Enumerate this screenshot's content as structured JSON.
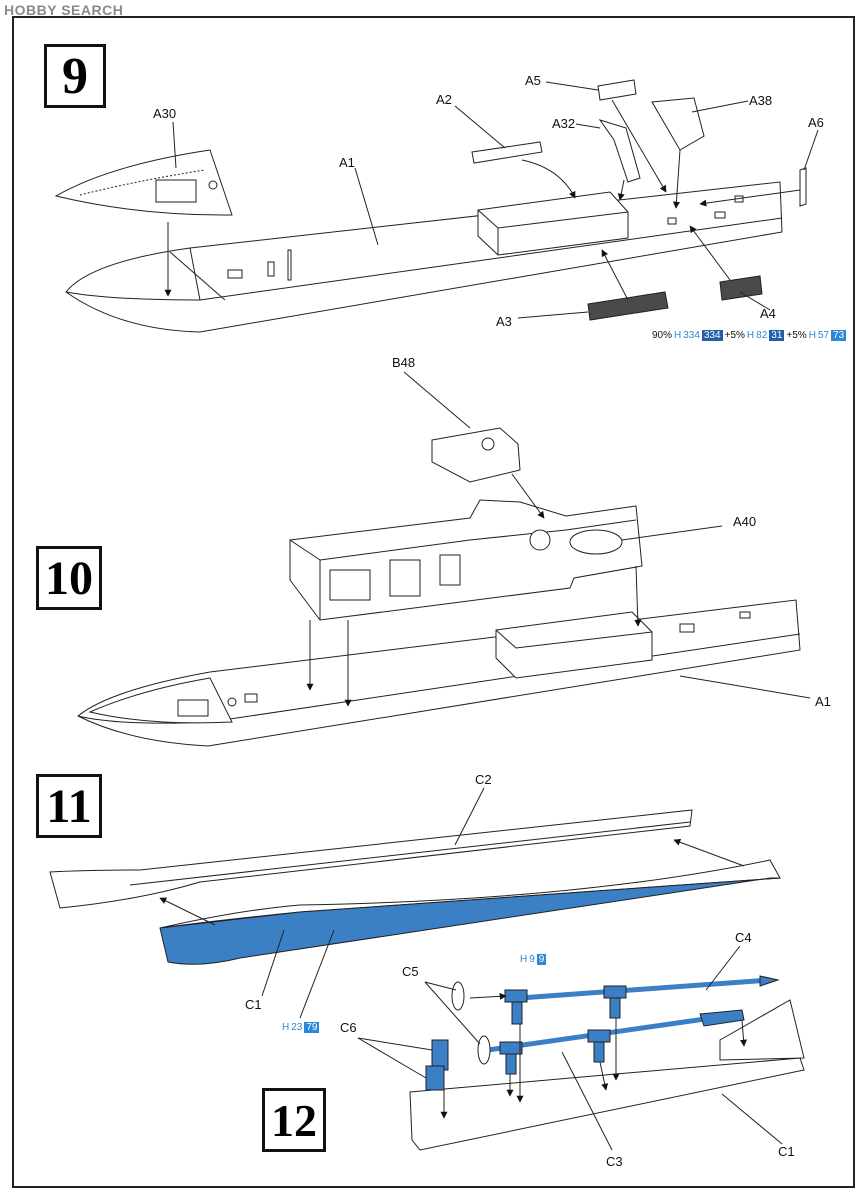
{
  "watermark": {
    "logo": "H",
    "text": "OBBY SEARCH"
  },
  "steps": [
    {
      "id": "step-9",
      "number": "9"
    },
    {
      "id": "step-10",
      "number": "10"
    },
    {
      "id": "step-11",
      "number": "11"
    },
    {
      "id": "step-12",
      "number": "12"
    }
  ],
  "parts": {
    "A30": "A30",
    "A1": "A1",
    "A2": "A2",
    "A5": "A5",
    "A32": "A32",
    "A38": "A38",
    "A6": "A6",
    "A3": "A3",
    "A4": "A4",
    "B48": "B48",
    "A40": "A40",
    "A1b": "A1",
    "C2": "C2",
    "C1": "C1",
    "C4": "C4",
    "C5": "C5",
    "C6": "C6",
    "C3": "C3",
    "C1b": "C1"
  },
  "paint_mix": {
    "pct1": "90%",
    "h1": "H",
    "n1a": "334",
    "n1b": "334",
    "plus1": "+5%",
    "h2": "H",
    "n2a": "82",
    "n2b": "31",
    "plus2": "+5%",
    "h3": "H",
    "n3a": "57",
    "n3b": "73"
  },
  "paint_c5": {
    "h": "H",
    "a": "9",
    "b": "9"
  },
  "paint_c1": {
    "h": "H",
    "a": "23",
    "b": "79"
  },
  "colors": {
    "paint_blue": "#2b88d8",
    "hull_blue": "#3b7fc4",
    "line": "#222222",
    "deck_dark": "#4a4a4a"
  }
}
